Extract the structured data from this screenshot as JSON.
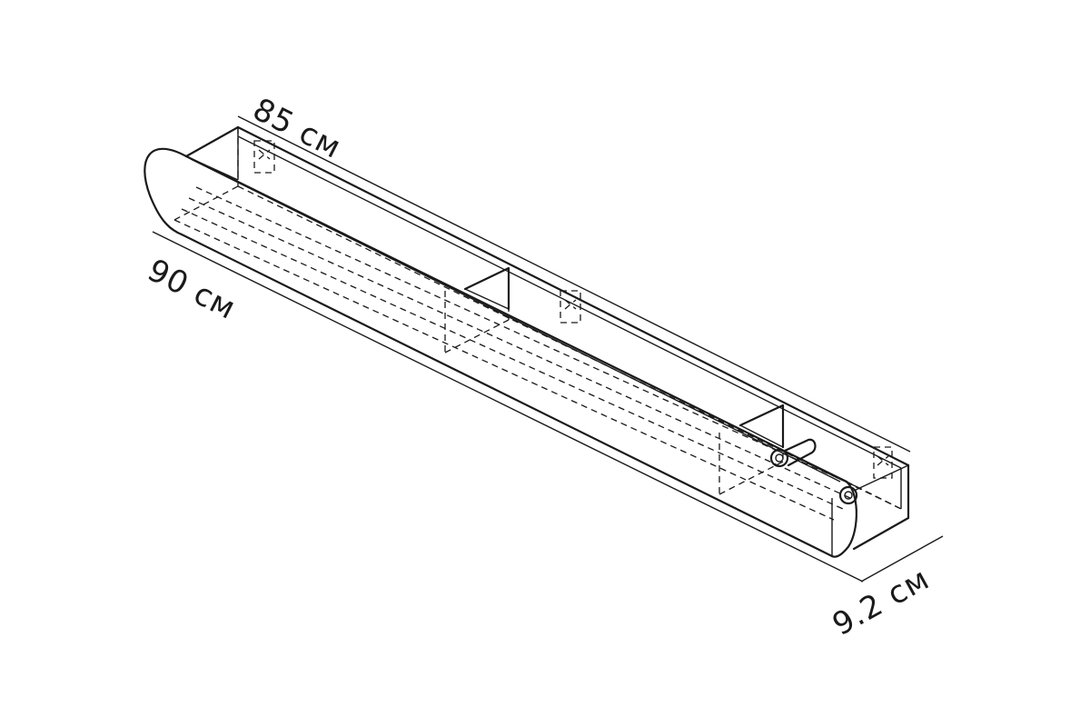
{
  "dimensions": {
    "depth_label": "85 см",
    "length_label": "90 см",
    "height_label": "9.2 см"
  },
  "colors": {
    "line": "#1a1a1a",
    "background": "#ffffff"
  }
}
